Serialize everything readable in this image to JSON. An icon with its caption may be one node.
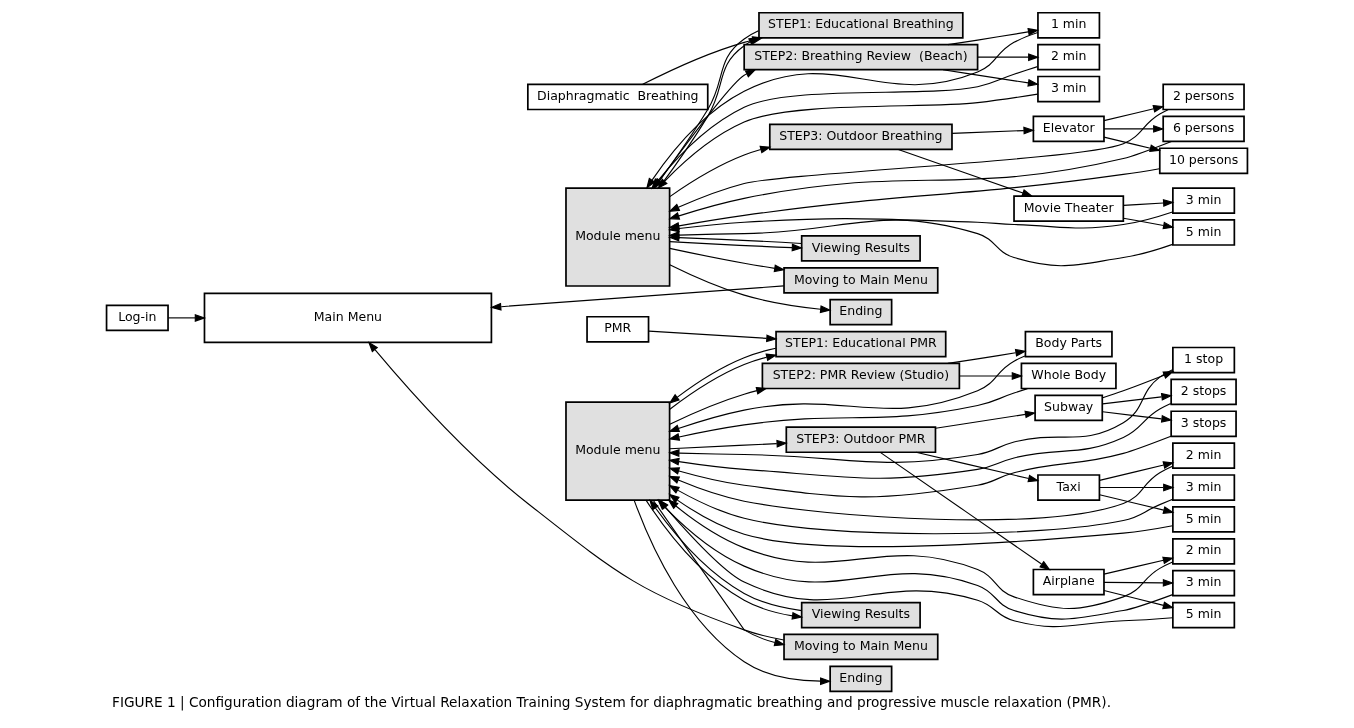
{
  "diagram": {
    "caption": "FIGURE 1 | Configuration diagram of the Virtual Relaxation Training System for diaphragmatic breathing and progressive muscle relaxation (PMR).",
    "nodes": [
      {
        "text": [
          "Log-in"
        ]
      },
      {
        "text": [
          "Main Menu"
        ]
      },
      {
        "text": [
          "Diaphragmatic  Breathing"
        ]
      },
      {
        "text": [
          "PMR"
        ]
      },
      {
        "text": [
          "Module menu"
        ]
      },
      {
        "text": [
          "STEP1: Educational Breathing"
        ]
      },
      {
        "text": [
          "STEP2: Breathing Review  (Beach)"
        ]
      },
      {
        "text": [
          "1 min"
        ]
      },
      {
        "text": [
          "2 min"
        ]
      },
      {
        "text": [
          "3 min"
        ]
      },
      {
        "text": [
          "STEP3: Outdoor Breathing"
        ]
      },
      {
        "text": [
          "Elevator"
        ]
      },
      {
        "text": [
          "2 persons"
        ]
      },
      {
        "text": [
          "6 persons"
        ]
      },
      {
        "text": [
          "10 persons"
        ]
      },
      {
        "text": [
          "Movie Theater"
        ]
      },
      {
        "text": [
          "3 min"
        ]
      },
      {
        "text": [
          "5 min"
        ]
      },
      {
        "text": [
          "Viewing Results"
        ]
      },
      {
        "text": [
          "Moving to Main Menu"
        ]
      },
      {
        "text": [
          "Ending"
        ]
      },
      {
        "text": [
          "Module menu"
        ]
      },
      {
        "text": [
          "STEP1: Educational PMR"
        ]
      },
      {
        "text": [
          "STEP2: PMR Review (Studio)"
        ]
      },
      {
        "text": [
          "Body Parts"
        ]
      },
      {
        "text": [
          "Whole Body"
        ]
      },
      {
        "text": [
          "STEP3: Outdoor PMR"
        ]
      },
      {
        "text": [
          "Subway"
        ]
      },
      {
        "text": [
          "1 stop"
        ]
      },
      {
        "text": [
          "2 stops"
        ]
      },
      {
        "text": [
          "3 stops"
        ]
      },
      {
        "text": [
          "Taxi"
        ]
      },
      {
        "text": [
          "2 min"
        ]
      },
      {
        "text": [
          "3 min"
        ]
      },
      {
        "text": [
          "5 min"
        ]
      },
      {
        "text": [
          "Airplane"
        ]
      },
      {
        "text": [
          "2 min"
        ]
      },
      {
        "text": [
          "3 min"
        ]
      },
      {
        "text": [
          "5 min"
        ]
      },
      {
        "text": [
          "Viewing Results"
        ]
      },
      {
        "text": [
          "Moving to Main Menu"
        ]
      },
      {
        "text": [
          "Ending"
        ]
      }
    ],
    "edges": [
      {
        "from": 0,
        "to": 1,
        "arrow": "to"
      },
      {
        "from": 2,
        "to": 5,
        "arrow": "to"
      },
      {
        "from": 4,
        "to": 5,
        "arrow": "to"
      },
      {
        "from": 5,
        "to": 4,
        "arrow": "to"
      },
      {
        "from": 4,
        "to": 6,
        "arrow": "to"
      },
      {
        "from": 6,
        "to": 7,
        "arrow": "to"
      },
      {
        "from": 6,
        "to": 8,
        "arrow": "to"
      },
      {
        "from": 6,
        "to": 9,
        "arrow": "to"
      },
      {
        "from": 7,
        "to": 4,
        "arrow": "to"
      },
      {
        "from": 8,
        "to": 4,
        "arrow": "to"
      },
      {
        "from": 9,
        "to": 4,
        "arrow": "to"
      },
      {
        "from": 4,
        "to": 10,
        "arrow": "to"
      },
      {
        "from": 10,
        "to": 11,
        "arrow": "to"
      },
      {
        "from": 10,
        "to": 15,
        "arrow": "to"
      },
      {
        "from": 11,
        "to": 12,
        "arrow": "to"
      },
      {
        "from": 11,
        "to": 13,
        "arrow": "to"
      },
      {
        "from": 11,
        "to": 14,
        "arrow": "to"
      },
      {
        "from": 15,
        "to": 16,
        "arrow": "to"
      },
      {
        "from": 15,
        "to": 17,
        "arrow": "to"
      },
      {
        "from": 12,
        "to": 4,
        "arrow": "to"
      },
      {
        "from": 13,
        "to": 4,
        "arrow": "to"
      },
      {
        "from": 14,
        "to": 4,
        "arrow": "to"
      },
      {
        "from": 16,
        "to": 4,
        "arrow": "to"
      },
      {
        "from": 17,
        "to": 4,
        "arrow": "to"
      },
      {
        "from": 4,
        "to": 18,
        "arrow": "to"
      },
      {
        "from": 18,
        "to": 4,
        "arrow": "to"
      },
      {
        "from": 4,
        "to": 19,
        "arrow": "to"
      },
      {
        "from": 19,
        "to": 1,
        "arrow": "to"
      },
      {
        "from": 4,
        "to": 20,
        "arrow": "to"
      },
      {
        "from": 3,
        "to": 22,
        "arrow": "to"
      },
      {
        "from": 21,
        "to": 22,
        "arrow": "to"
      },
      {
        "from": 22,
        "to": 21,
        "arrow": "to"
      },
      {
        "from": 21,
        "to": 23,
        "arrow": "to"
      },
      {
        "from": 23,
        "to": 24,
        "arrow": "to"
      },
      {
        "from": 23,
        "to": 25,
        "arrow": "to"
      },
      {
        "from": 24,
        "to": 21,
        "arrow": "to"
      },
      {
        "from": 25,
        "to": 21,
        "arrow": "to"
      },
      {
        "from": 21,
        "to": 26,
        "arrow": "to"
      },
      {
        "from": 26,
        "to": 27,
        "arrow": "to"
      },
      {
        "from": 26,
        "to": 31,
        "arrow": "to"
      },
      {
        "from": 26,
        "to": 35,
        "arrow": "to"
      },
      {
        "from": 27,
        "to": 28,
        "arrow": "to"
      },
      {
        "from": 27,
        "to": 29,
        "arrow": "to"
      },
      {
        "from": 27,
        "to": 30,
        "arrow": "to"
      },
      {
        "from": 31,
        "to": 32,
        "arrow": "to"
      },
      {
        "from": 31,
        "to": 33,
        "arrow": "to"
      },
      {
        "from": 31,
        "to": 34,
        "arrow": "to"
      },
      {
        "from": 35,
        "to": 36,
        "arrow": "to"
      },
      {
        "from": 35,
        "to": 37,
        "arrow": "to"
      },
      {
        "from": 35,
        "to": 38,
        "arrow": "to"
      },
      {
        "from": 28,
        "to": 21,
        "arrow": "to"
      },
      {
        "from": 29,
        "to": 21,
        "arrow": "to"
      },
      {
        "from": 30,
        "to": 21,
        "arrow": "to"
      },
      {
        "from": 32,
        "to": 21,
        "arrow": "to"
      },
      {
        "from": 33,
        "to": 21,
        "arrow": "to"
      },
      {
        "from": 34,
        "to": 21,
        "arrow": "to"
      },
      {
        "from": 36,
        "to": 21,
        "arrow": "to"
      },
      {
        "from": 37,
        "to": 21,
        "arrow": "to"
      },
      {
        "from": 38,
        "to": 21,
        "arrow": "to"
      },
      {
        "from": 21,
        "to": 39,
        "arrow": "to"
      },
      {
        "from": 39,
        "to": 21,
        "arrow": "to"
      },
      {
        "from": 21,
        "to": 40,
        "arrow": "to"
      },
      {
        "from": 40,
        "to": 1,
        "arrow": "to"
      },
      {
        "from": 21,
        "to": 41,
        "arrow": "to"
      }
    ]
  }
}
